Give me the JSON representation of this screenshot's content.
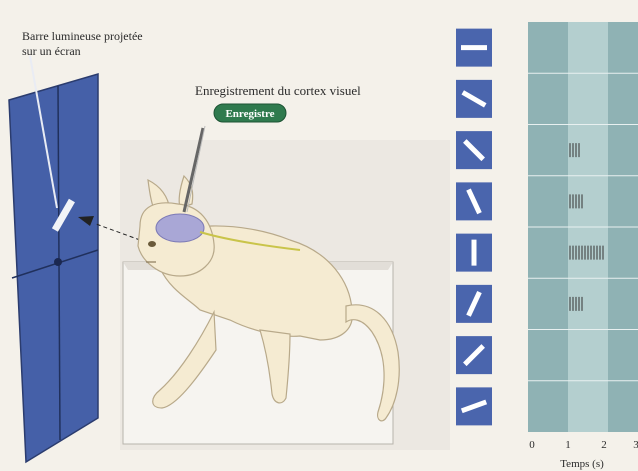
{
  "labels": {
    "bar_caption_line1": "Barre lumineuse projetée",
    "bar_caption_line2": "sur un écran",
    "cortex_title": "Enregistrement du cortex visuel",
    "record_badge": "Enregistre"
  },
  "axis": {
    "tick_0": "0",
    "tick_1": "1",
    "tick_2": "2",
    "tick_3": "3",
    "label": "Temps (s)"
  },
  "stimuli": [
    {
      "orientation_deg": 0
    },
    {
      "orientation_deg": 30
    },
    {
      "orientation_deg": 45
    },
    {
      "orientation_deg": 65
    },
    {
      "orientation_deg": 90
    },
    {
      "orientation_deg": 115
    },
    {
      "orientation_deg": 135
    },
    {
      "orientation_deg": 160
    }
  ],
  "responses": [
    {
      "spike_count": 0
    },
    {
      "spike_count": 0
    },
    {
      "spike_count": 4
    },
    {
      "spike_count": 5
    },
    {
      "spike_count": 12
    },
    {
      "spike_count": 5
    },
    {
      "spike_count": 0
    },
    {
      "spike_count": 0
    }
  ],
  "colors": {
    "screen": "#4560a8",
    "stimulus_tile": "#4a65ad",
    "raster_bg": "#8fb2b4",
    "raster_stim_band": "#b4cfcf",
    "cat": "#f5ebd2",
    "brain": "#a9a7d6",
    "badge": "#2f7a4e",
    "spike": "#333333"
  }
}
